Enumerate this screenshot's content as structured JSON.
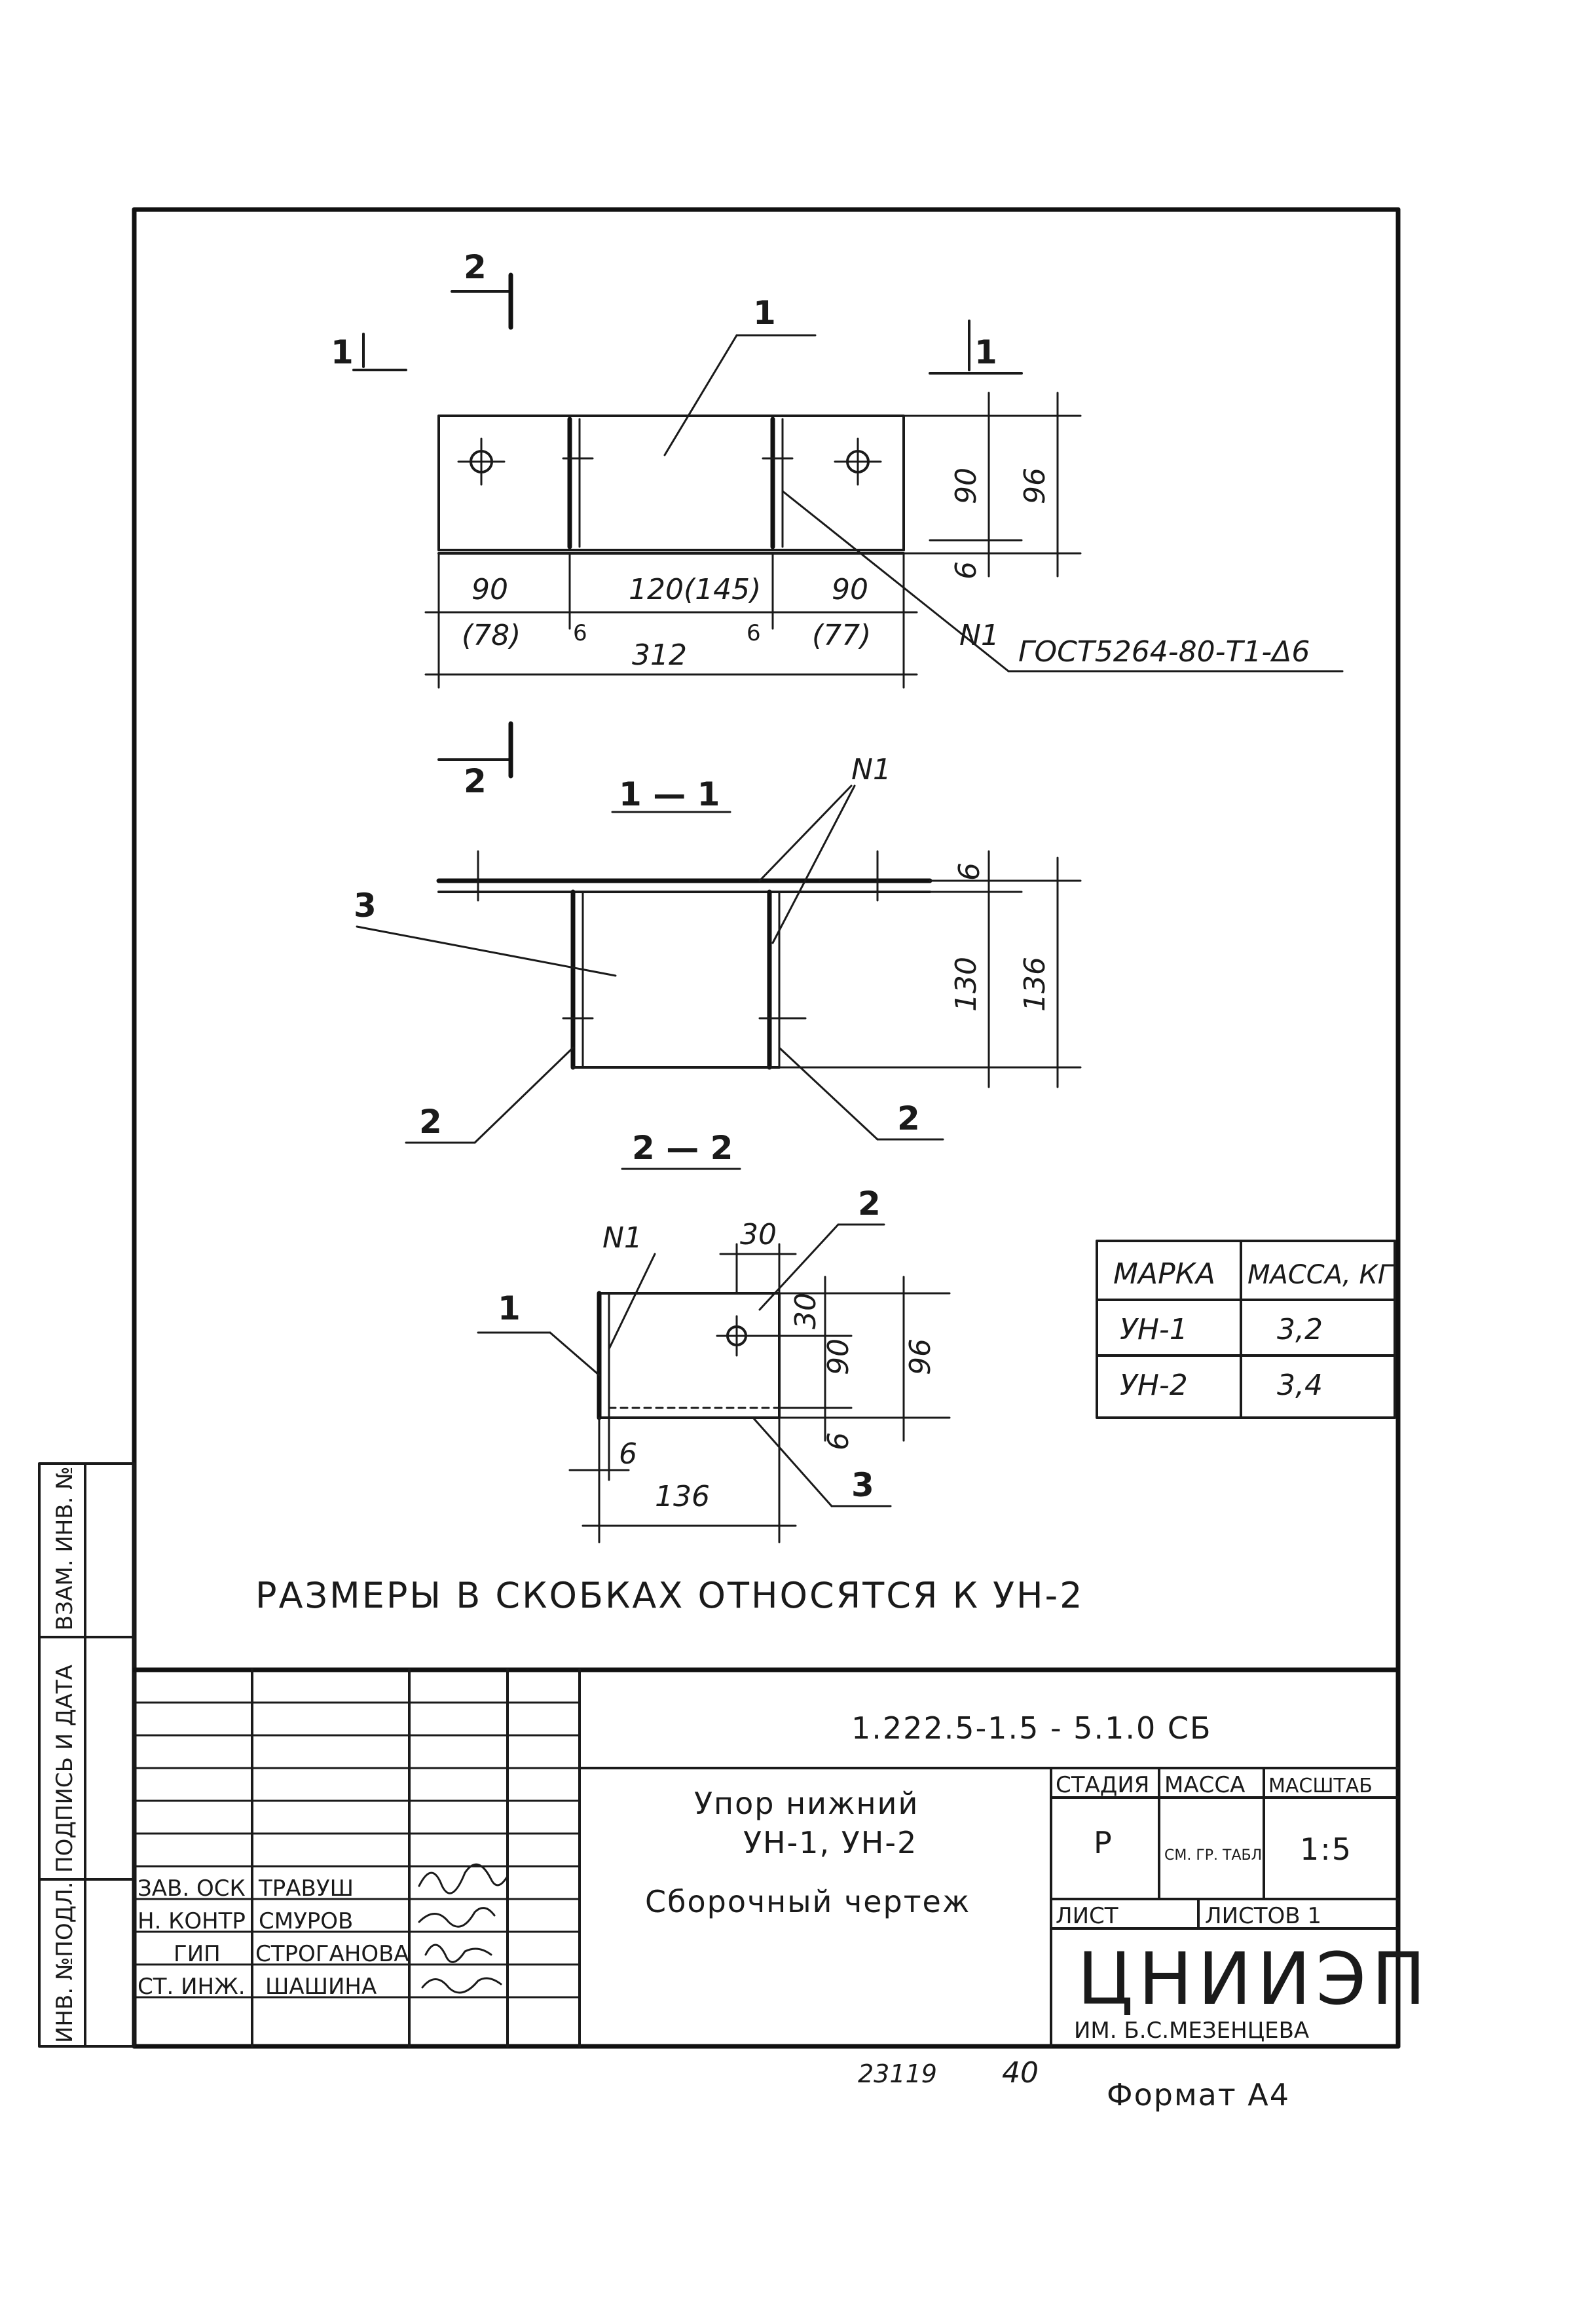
{
  "views": {
    "plan": {
      "part_1": "1",
      "section_1_marks": [
        "1",
        "1"
      ],
      "section_2_marks": [
        "2",
        "2"
      ],
      "dim_left": "90",
      "dim_left_alt": "(78)",
      "dim_middle": "120(145)",
      "dim_right": "90",
      "dim_right_alt": "(77)",
      "dim_total": "312",
      "dim_height_inner": "90",
      "dim_height_outer": "96",
      "dim_plate": "6",
      "weld_size_left": "6",
      "weld_size_right": "6",
      "weld_label": "N1",
      "weld_spec": "ГОСТ5264-80-Т1-Δ6"
    },
    "section_1_1": {
      "title": "1 — 1",
      "weld_label": "N1",
      "part_3": "3",
      "part_2_left": "2",
      "part_2_right": "2",
      "dim_top": "6",
      "dim_inner": "130",
      "dim_outer": "136"
    },
    "section_2_2": {
      "title": "2 — 2",
      "weld_label": "N1",
      "part_1": "1",
      "part_2": "2",
      "part_3": "3",
      "dim_hole_x": "30",
      "dim_hole_y": "30",
      "dim_inner": "90",
      "dim_outer": "96",
      "dim_bottom": "6",
      "dim_side": "6",
      "dim_width": "136"
    }
  },
  "mass_table": {
    "headers": [
      "МАРКА",
      "МАССА, КГ"
    ],
    "rows": [
      {
        "mark": "УН-1",
        "mass": "3,2"
      },
      {
        "mark": "УН-2",
        "mass": "3,4"
      }
    ]
  },
  "note": "РАЗМЕРЫ В СКОБКАХ ОТНОСЯТСЯ К УН-2",
  "title_block": {
    "designation": "1.222.5-1.5 - 5.1.0 СБ",
    "item_name_line1": "Упор нижний",
    "item_name_line2": "УН-1, УН-2",
    "doc_type": "Сборочный чертеж",
    "col_stage": "СТАДИЯ",
    "col_mass": "МАССА",
    "col_scale": "МАСШТАБ",
    "stage_value": "Р",
    "mass_value": "СМ. ГР. ТАБЛ",
    "scale_value": "1:5",
    "sheet_label": "ЛИСТ",
    "sheets_label": "ЛИСТОВ 1",
    "org_name": "ЦНИИЭП",
    "org_sub": "ИМ. Б.С.МЕЗЕНЦЕВА",
    "signatures": [
      {
        "role": "ЗАВ. ОСК",
        "name": "ТРАВУШ"
      },
      {
        "role": "Н. КОНТР",
        "name": "СМУРОВ"
      },
      {
        "role": "ГИП",
        "name": "СТРОГАНОВА"
      },
      {
        "role": "СТ. ИНЖ.",
        "name": "ШАШИНА"
      }
    ]
  },
  "side_stamp": {
    "inv_podl": "ИНВ. №ПОДЛ.",
    "podpis_data": "ПОДПИСЬ И ДАТА",
    "vzam_inv": "ВЗАМ. ИНВ. №"
  },
  "footer": {
    "number": "23119",
    "copy": "40",
    "format": "Формат А4"
  }
}
